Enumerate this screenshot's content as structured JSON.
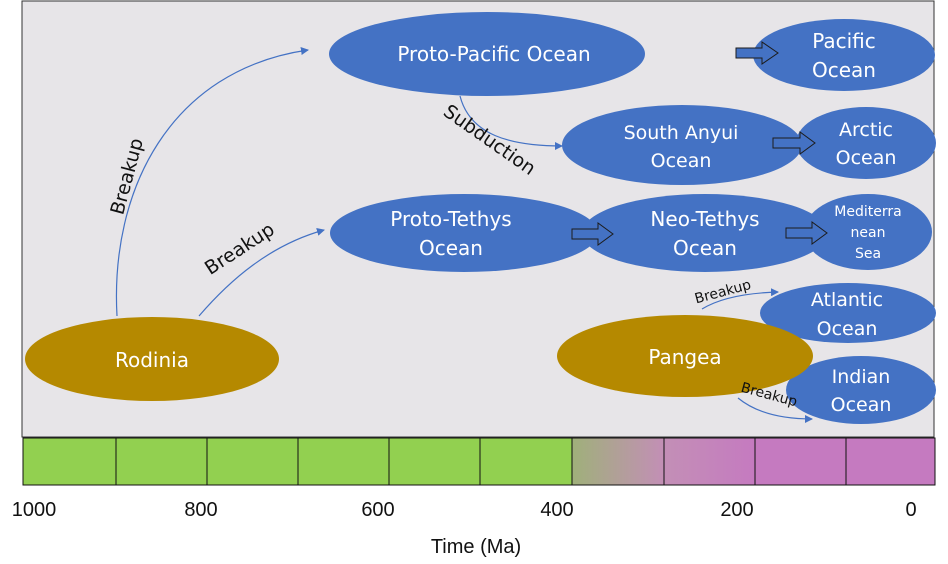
{
  "nodes": {
    "proto_pacific": "Proto-Pacific Ocean",
    "pacific": [
      "Pacific",
      "Ocean"
    ],
    "south_anyui": [
      "South Anyui",
      "Ocean"
    ],
    "arctic": [
      "Arctic",
      "Ocean"
    ],
    "proto_tethys": [
      "Proto-Tethys",
      "Ocean"
    ],
    "neo_tethys": [
      "Neo-Tethys",
      "Ocean"
    ],
    "mediterranean": [
      "Mediterra",
      "nean",
      "Sea"
    ],
    "atlantic": [
      "Atlantic",
      "Ocean"
    ],
    "indian": [
      "Indian",
      "Ocean"
    ],
    "rodinia": "Rodinia",
    "pangea": "Pangea"
  },
  "annotations": {
    "breakup": "Breakup",
    "subduction": "Subduction"
  },
  "timeline": {
    "axis_label": "Time (Ma)",
    "ticks": [
      "1000",
      "800",
      "600",
      "400",
      "200",
      "0"
    ],
    "segments": 10
  },
  "colors": {
    "background": "#e7e5e8",
    "ocean": "#4472c4",
    "continent": "#b58900",
    "green": "#92d050",
    "magenta": "#c57ac0",
    "arrow": "#4472c4"
  }
}
